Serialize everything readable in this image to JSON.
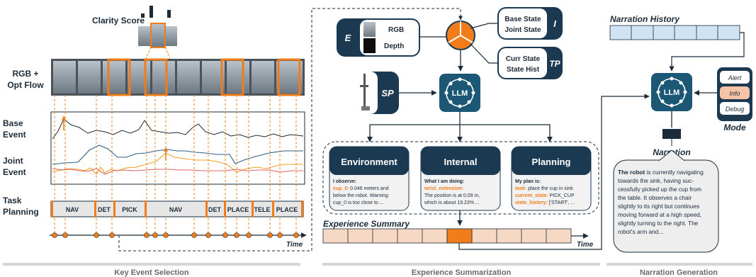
{
  "panel1": {
    "clarity_title": "Clarity Score",
    "row_rgb_l1": "RGB +",
    "row_rgb_l2": "Opt Flow",
    "row_base_l1": "Base",
    "row_base_l2": "Event",
    "row_joint_l1": "Joint",
    "row_joint_l2": "Event",
    "row_task_l1": "Task",
    "row_task_l2": "Planning",
    "segments": [
      "NAV",
      "DET",
      "PICK",
      "NAV",
      "DET",
      "PLACE",
      "TELE",
      "PLACE"
    ],
    "time_label": "Time",
    "caption": "Key Event Selection"
  },
  "panel2": {
    "e_label": "E",
    "rgb_label": "RGB",
    "depth_label": "Depth",
    "i_label": "I",
    "base_state": "Base State",
    "joint_state": "Joint State",
    "tp_label": "TP",
    "curr_state": "Curr State",
    "state_hist": "State Hist",
    "sp_label": "SP",
    "llm_label": "LLM",
    "env_title": "Environment",
    "env_intro": "I observe:",
    "env_key": "cup_0",
    "env_line1": ": 0.046 meters and",
    "env_line2": "below the robot. Warning:",
    "env_line3": "cup_0 is too close to ...",
    "int_title": "Internal",
    "int_intro": "What I am doing:",
    "int_key": "wrist_extension:",
    "int_line1": "The position is at 0.09 m,",
    "int_line2": "which is about 19.23% ...",
    "plan_title": "Planning",
    "plan_intro": "My plan is:",
    "plan_task_key": "task:",
    "plan_task_val": " place the cup in sink",
    "plan_cur_key": "current_state:",
    "plan_cur_val": " PICK_CUP",
    "plan_hist_key": "state_history:",
    "plan_hist_val": " ['START', ...",
    "exp_summary": "Experience Summary",
    "time_label": "Time",
    "caption": "Experience Summarization"
  },
  "panel3": {
    "history_title": "Narration History",
    "llm_label": "LLM",
    "mode_alert": "Alert",
    "mode_info": "Info",
    "mode_debug": "Debug",
    "mode_title": "Mode",
    "narration_title": "Narration",
    "narr_bold": "The robot",
    "narr_l1": " is currently navigating",
    "narr_l2": "towards the sink, having suc-",
    "narr_l3": "cessfully picked up the cup from",
    "narr_l4": "the table. It observes a chair",
    "narr_l5": "slightly to its right but continues",
    "narr_l6": "moving forward at a high speed,",
    "narr_l7": "slightly turning to the right. The",
    "narr_l8": "robot's arm and...",
    "caption": "Narration Generation"
  },
  "colors": {
    "orange": "#f07d1a",
    "navy": "#1b3a52",
    "teal": "#1c5876",
    "light_blue": "#cfe3f5",
    "peach": "#f7d8c4"
  }
}
